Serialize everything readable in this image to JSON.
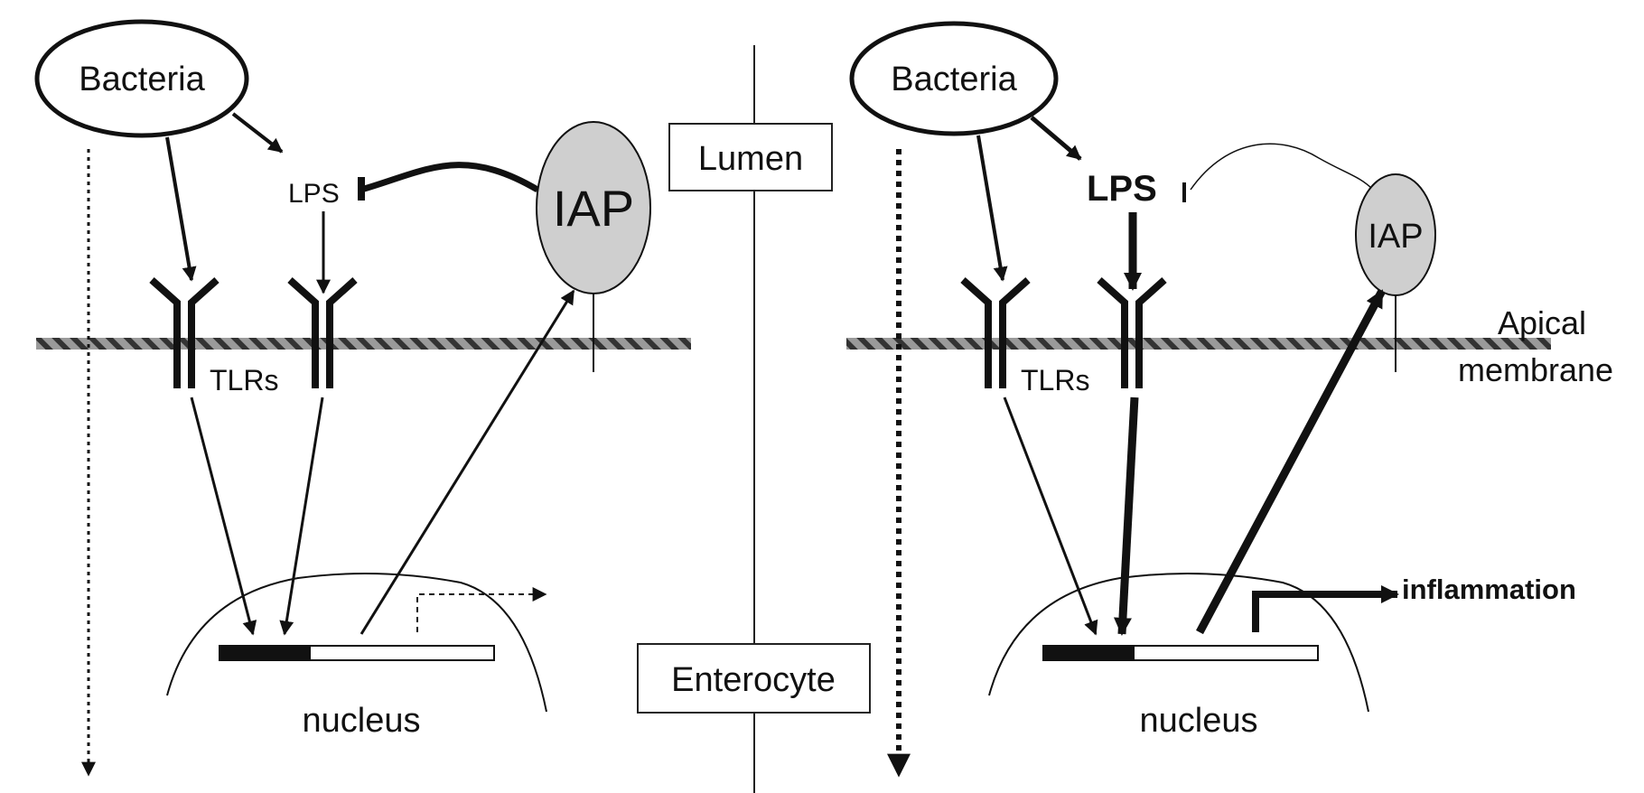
{
  "colors": {
    "ink": "#111111",
    "iap_fill": "#cfcfcf",
    "membrane_stripe": "#888888",
    "background": "#ffffff"
  },
  "center": {
    "lumen_label": "Lumen",
    "enterocyte_label": "Enterocyte"
  },
  "left_panel": {
    "bacteria_label": "Bacteria",
    "lps_label": "LPS",
    "iap_label": "IAP",
    "tlrs_label": "TLRs",
    "nucleus_label": "nucleus"
  },
  "right_panel": {
    "bacteria_label": "Bacteria",
    "lps_label": "LPS",
    "iap_label": "IAP",
    "tlrs_label": "TLRs",
    "nucleus_label": "nucleus",
    "apical_label_line1": "Apical",
    "apical_label_line2": "membrane",
    "inflammation_label": "inflammation"
  }
}
